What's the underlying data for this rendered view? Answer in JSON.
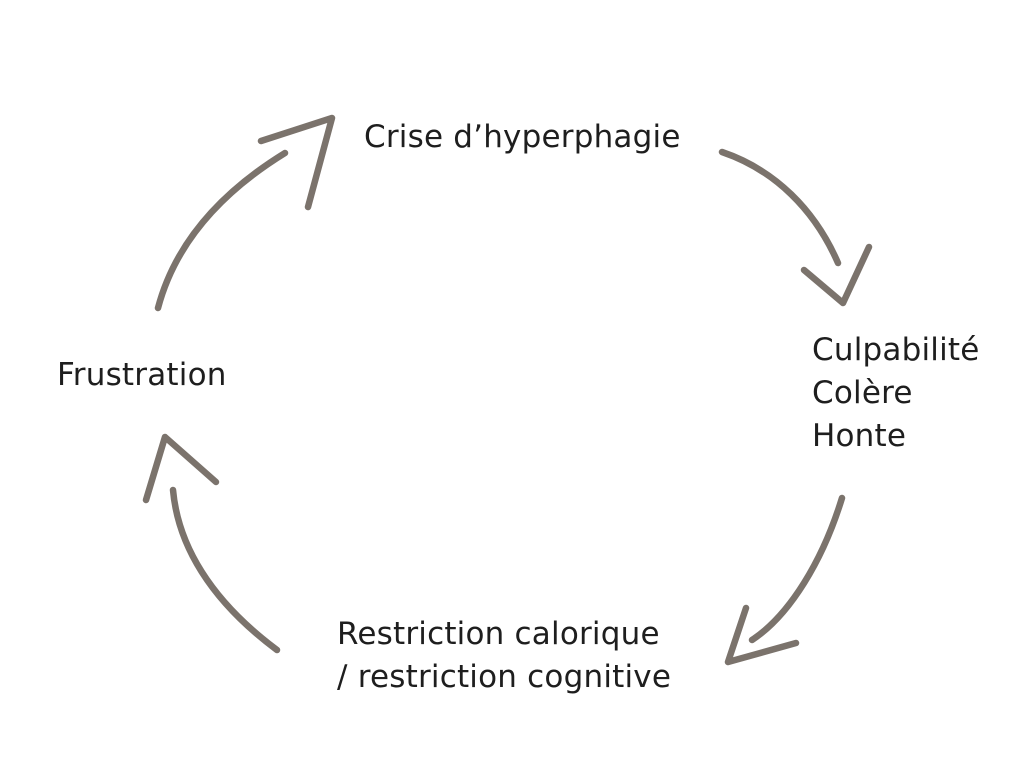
{
  "diagram": {
    "type": "cycle",
    "arrow_color": "#7b736c",
    "text_color": "#1e1e1e",
    "nodes": [
      {
        "id": "top",
        "lines": [
          "Crise d’hyperphagie"
        ]
      },
      {
        "id": "right",
        "lines": [
          "Culpabilité",
          "Colère",
          "Honte"
        ]
      },
      {
        "id": "bottom",
        "lines": [
          "Restriction calorique",
          "/ restriction cognitive"
        ]
      },
      {
        "id": "left",
        "lines": [
          "Frustration"
        ]
      }
    ],
    "edges": [
      {
        "from": "top",
        "to": "right"
      },
      {
        "from": "right",
        "to": "bottom"
      },
      {
        "from": "bottom",
        "to": "left"
      },
      {
        "from": "left",
        "to": "top"
      }
    ]
  }
}
